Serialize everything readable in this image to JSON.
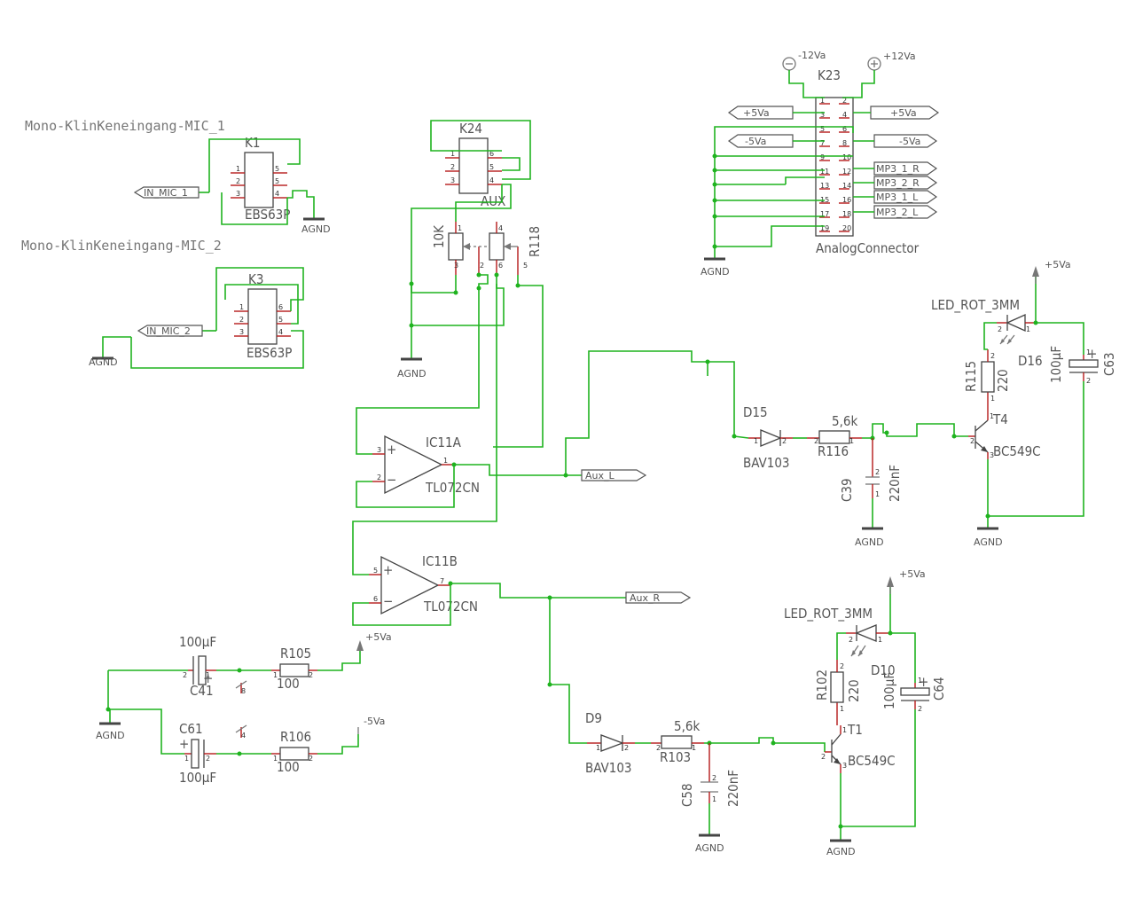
{
  "titles": {
    "mic1": "Mono-KlinKeneingang-MIC_1",
    "mic2": "Mono-KlinKeneingang-MIC_2"
  },
  "parts": {
    "K1": {
      "name": "K1",
      "value": "EBS63P"
    },
    "K3": {
      "name": "K3",
      "value": "EBS63P"
    },
    "K24": {
      "name": "K24",
      "value": "AUX"
    },
    "K23": {
      "name": "K23",
      "value": "AnalogConnector"
    },
    "R118": {
      "name": "R118",
      "value": "10K"
    },
    "IC11A": {
      "name": "IC11A",
      "value": "TL072CN"
    },
    "IC11B": {
      "name": "IC11B",
      "value": "TL072CN"
    },
    "D15": {
      "name": "D15",
      "value": "BAV103"
    },
    "R116": {
      "name": "R116",
      "value": "5,6k"
    },
    "C39": {
      "name": "C39",
      "value": "220nF"
    },
    "T4": {
      "name": "T4",
      "value": "BC549C"
    },
    "R115": {
      "name": "R115",
      "value": "220"
    },
    "D16": {
      "name": "D16",
      "value": "LED_ROT_3MM"
    },
    "C63": {
      "name": "C63",
      "value": "100µF"
    },
    "D9": {
      "name": "D9",
      "value": "BAV103"
    },
    "R103": {
      "name": "R103",
      "value": "5,6k"
    },
    "C58": {
      "name": "C58",
      "value": "220nF"
    },
    "T1": {
      "name": "T1",
      "value": "BC549C"
    },
    "R102": {
      "name": "R102",
      "value": "220"
    },
    "D10": {
      "name": "D10",
      "value": "LED_ROT_3MM"
    },
    "C64": {
      "name": "C64",
      "value": "100µF"
    },
    "C41": {
      "name": "C41",
      "value": "100µF"
    },
    "C61": {
      "name": "C61",
      "value": "100µF"
    },
    "R105": {
      "name": "R105",
      "value": "100"
    },
    "R106": {
      "name": "R106",
      "value": "100"
    }
  },
  "nets": {
    "in_mic_1": "IN_MIC_1",
    "in_mic_2": "IN_MIC_2",
    "aux_l": "Aux_L",
    "aux_r": "Aux_R",
    "p5va": "+5Va",
    "m5va": "-5Va",
    "p12va": "+12Va",
    "m12va": "-12Va",
    "mp3_1_r": "MP3_1_R",
    "mp3_2_r": "MP3_2_R",
    "mp3_1_l": "MP3_1_L",
    "mp3_2_l": "MP3_2_L",
    "agnd": "AGND"
  },
  "pins": {
    "n1": "1",
    "n2": "2",
    "n3": "3",
    "n4": "4",
    "n5": "5",
    "n6": "6",
    "n7": "7",
    "n8": "8",
    "n9": "9",
    "n10": "10",
    "n11": "11",
    "n12": "12",
    "n13": "13",
    "n14": "14",
    "n15": "15",
    "n16": "16",
    "n17": "17",
    "n18": "18",
    "n19": "19",
    "n20": "20"
  },
  "symbols": {
    "plus": "+",
    "minus": "−",
    "circle_plus": "⊕",
    "circle_minus": "⊖"
  },
  "colors": {
    "wire": "#1fb31f",
    "pin": "#b51a1a",
    "component": "#444444",
    "text": "#555555"
  }
}
